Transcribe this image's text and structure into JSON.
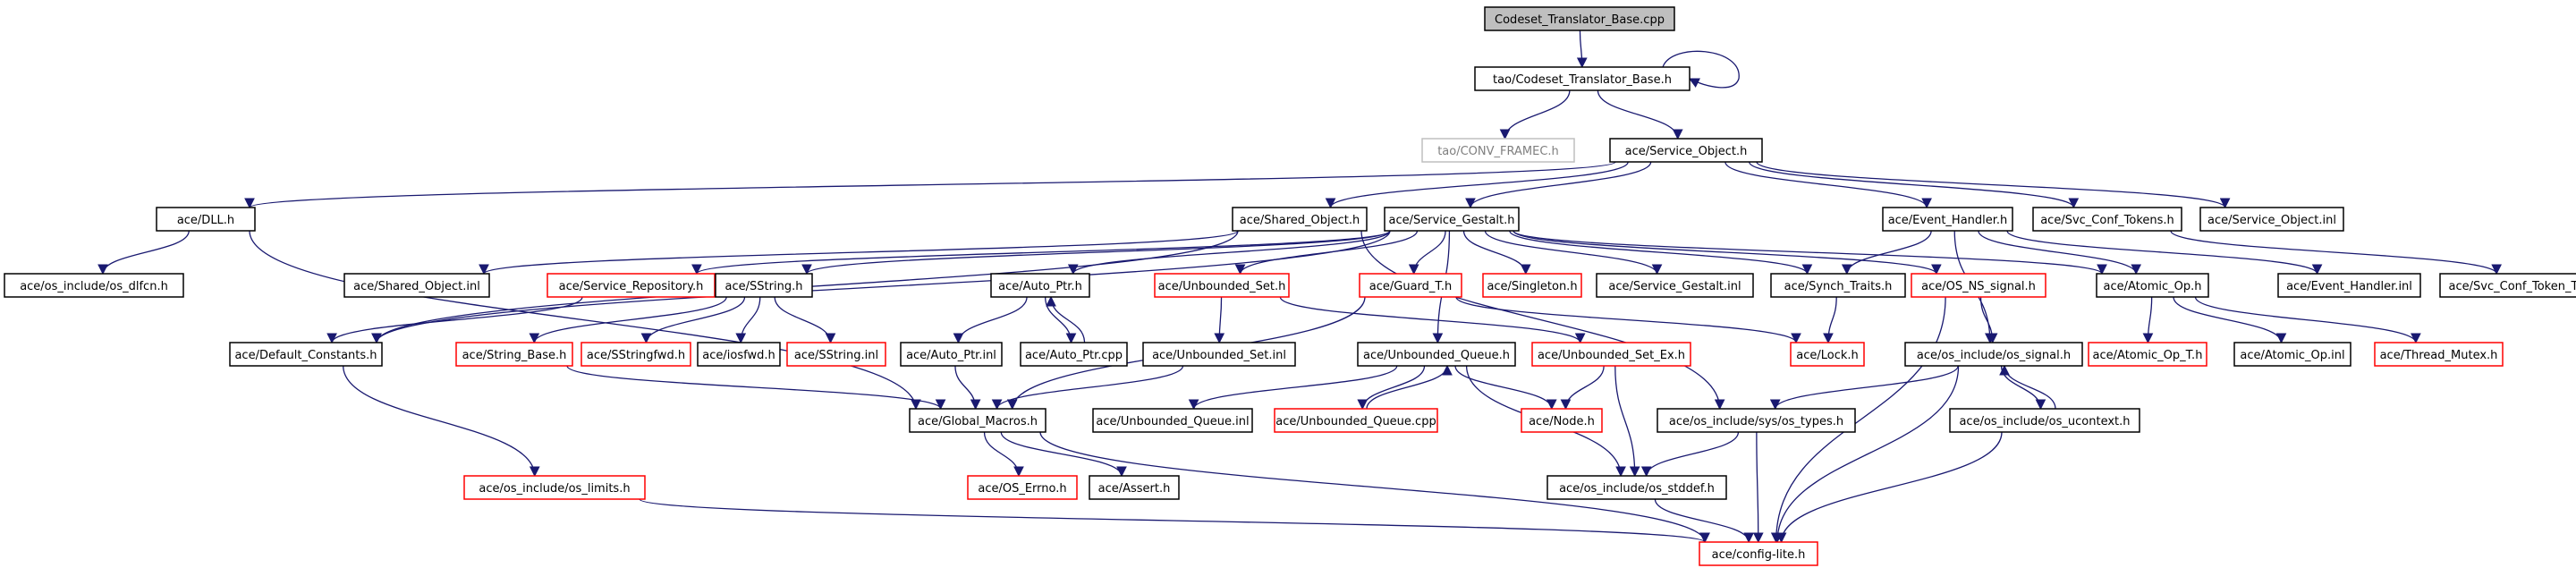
{
  "graph": {
    "edge_color": "#191970",
    "nodes": [
      {
        "id": "root",
        "label": "Codeset_Translator_Base.cpp",
        "style": "root"
      },
      {
        "id": "tao_ctb",
        "label": "tao/Codeset_Translator_Base.h",
        "style": "black"
      },
      {
        "id": "conv",
        "label": "tao/CONV_FRAMEC.h",
        "style": "gray"
      },
      {
        "id": "svcobj",
        "label": "ace/Service_Object.h",
        "style": "black"
      },
      {
        "id": "dll",
        "label": "ace/DLL.h",
        "style": "black"
      },
      {
        "id": "sharedobj",
        "label": "ace/Shared_Object.h",
        "style": "black"
      },
      {
        "id": "svcgestalt",
        "label": "ace/Service_Gestalt.h",
        "style": "black"
      },
      {
        "id": "evhandler",
        "label": "ace/Event_Handler.h",
        "style": "black"
      },
      {
        "id": "svcconftok",
        "label": "ace/Svc_Conf_Tokens.h",
        "style": "black"
      },
      {
        "id": "svcobjinl",
        "label": "ace/Service_Object.inl",
        "style": "black"
      },
      {
        "id": "osdlfcn",
        "label": "ace/os_include/os_dlfcn.h",
        "style": "black"
      },
      {
        "id": "sharedobjinl",
        "label": "ace/Shared_Object.inl",
        "style": "black"
      },
      {
        "id": "svcrepo",
        "label": "ace/Service_Repository.h",
        "style": "red"
      },
      {
        "id": "sstring",
        "label": "ace/SString.h",
        "style": "black"
      },
      {
        "id": "autoptr",
        "label": "ace/Auto_Ptr.h",
        "style": "black"
      },
      {
        "id": "unbset",
        "label": "ace/Unbounded_Set.h",
        "style": "red"
      },
      {
        "id": "guardt",
        "label": "ace/Guard_T.h",
        "style": "red"
      },
      {
        "id": "singleton",
        "label": "ace/Singleton.h",
        "style": "red"
      },
      {
        "id": "svcgestaltinl",
        "label": "ace/Service_Gestalt.inl",
        "style": "black"
      },
      {
        "id": "synchtraits",
        "label": "ace/Synch_Traits.h",
        "style": "black"
      },
      {
        "id": "osnssignal",
        "label": "ace/OS_NS_signal.h",
        "style": "red"
      },
      {
        "id": "atomicop",
        "label": "ace/Atomic_Op.h",
        "style": "black"
      },
      {
        "id": "evhandlerinl",
        "label": "ace/Event_Handler.inl",
        "style": "black"
      },
      {
        "id": "svcconftoktable",
        "label": "ace/Svc_Conf_Token_Table.h",
        "style": "black"
      },
      {
        "id": "defconst",
        "label": "ace/Default_Constants.h",
        "style": "black"
      },
      {
        "id": "stringbase",
        "label": "ace/String_Base.h",
        "style": "red"
      },
      {
        "id": "sstringfwd",
        "label": "ace/SStringfwd.h",
        "style": "red"
      },
      {
        "id": "iosfwd",
        "label": "ace/iosfwd.h",
        "style": "black"
      },
      {
        "id": "sstringinl",
        "label": "ace/SString.inl",
        "style": "red"
      },
      {
        "id": "autoptrinl",
        "label": "ace/Auto_Ptr.inl",
        "style": "black"
      },
      {
        "id": "autoptrcpp",
        "label": "ace/Auto_Ptr.cpp",
        "style": "black"
      },
      {
        "id": "unbsetinl",
        "label": "ace/Unbounded_Set.inl",
        "style": "black"
      },
      {
        "id": "unbqueue",
        "label": "ace/Unbounded_Queue.h",
        "style": "black"
      },
      {
        "id": "unbsetex",
        "label": "ace/Unbounded_Set_Ex.h",
        "style": "red"
      },
      {
        "id": "lock",
        "label": "ace/Lock.h",
        "style": "red"
      },
      {
        "id": "ossignal",
        "label": "ace/os_include/os_signal.h",
        "style": "black"
      },
      {
        "id": "atomicopt",
        "label": "ace/Atomic_Op_T.h",
        "style": "red"
      },
      {
        "id": "atomicopinl",
        "label": "ace/Atomic_Op.inl",
        "style": "black"
      },
      {
        "id": "threadmutex",
        "label": "ace/Thread_Mutex.h",
        "style": "red"
      },
      {
        "id": "globalmacros",
        "label": "ace/Global_Macros.h",
        "style": "black"
      },
      {
        "id": "unbqueueinl",
        "label": "ace/Unbounded_Queue.inl",
        "style": "black"
      },
      {
        "id": "unbqueuecpp",
        "label": "ace/Unbounded_Queue.cpp",
        "style": "red"
      },
      {
        "id": "node",
        "label": "ace/Node.h",
        "style": "red"
      },
      {
        "id": "systypes",
        "label": "ace/os_include/sys/os_types.h",
        "style": "black"
      },
      {
        "id": "osucontext",
        "label": "ace/os_include/os_ucontext.h",
        "style": "black"
      },
      {
        "id": "oslimits",
        "label": "ace/os_include/os_limits.h",
        "style": "red"
      },
      {
        "id": "oserrno",
        "label": "ace/OS_Errno.h",
        "style": "red"
      },
      {
        "id": "assert",
        "label": "ace/Assert.h",
        "style": "black"
      },
      {
        "id": "osstddef",
        "label": "ace/os_include/os_stddef.h",
        "style": "black"
      },
      {
        "id": "configlite",
        "label": "ace/config-lite.h",
        "style": "red"
      }
    ]
  }
}
